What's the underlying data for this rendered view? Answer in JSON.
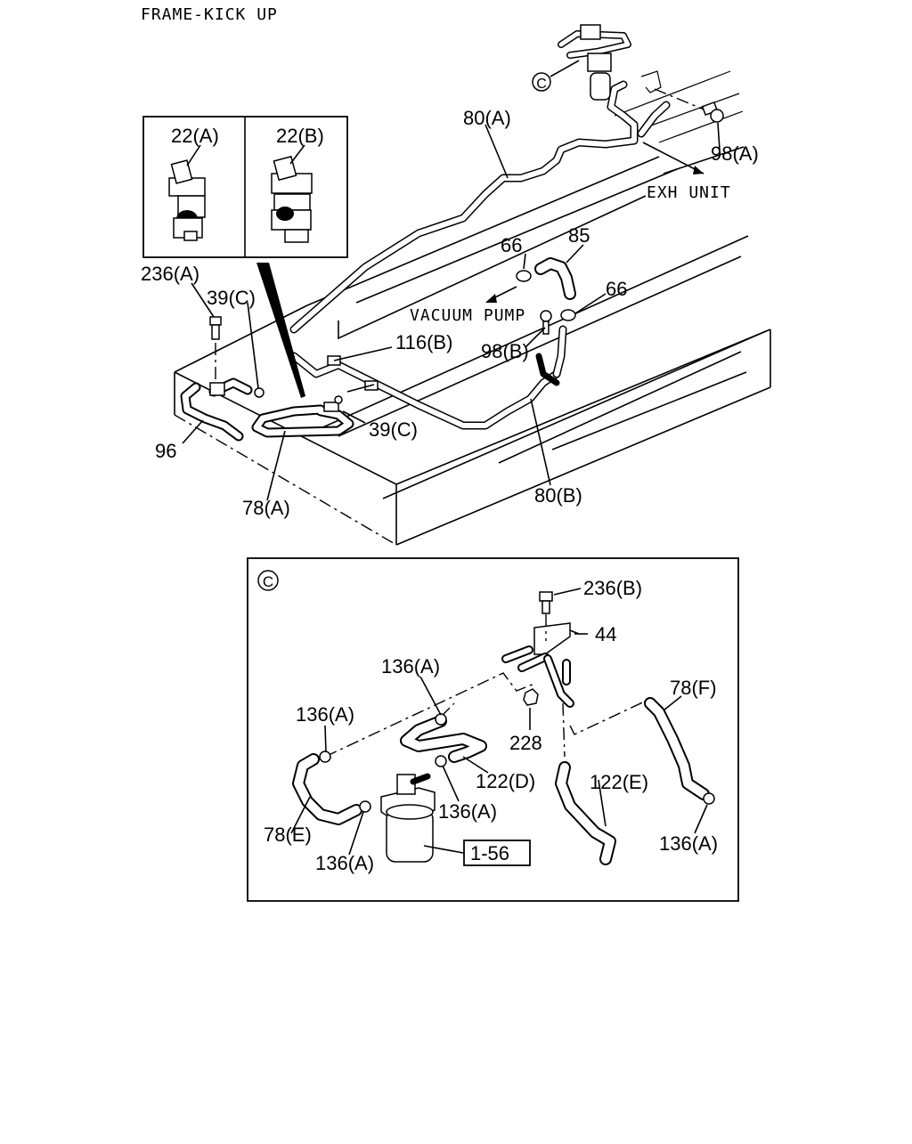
{
  "title": "FRAME-KICK UP",
  "annotations": {
    "exh_unit": "EXH UNIT",
    "vacuum_pump": "VACUUM PUMP",
    "detail_marker": "C"
  },
  "inset": {
    "left_label": "22(A)",
    "right_label": "22(B)"
  },
  "main_labels": {
    "p80a": "80(A)",
    "p98a": "98(A)",
    "p66a": "66",
    "p85": "85",
    "p66b": "66",
    "p236a": "236(A)",
    "p39c_top": "39(C)",
    "p116b": "116(B)",
    "p98b": "98(B)",
    "p39c_bottom": "39(C)",
    "p96": "96",
    "p78a": "78(A)",
    "p80b": "80(B)"
  },
  "detail_labels": {
    "p236b": "236(B)",
    "p44": "44",
    "p136a_1": "136(A)",
    "p136a_2": "136(A)",
    "p78f": "78(F)",
    "p228": "228",
    "p122d": "122(D)",
    "p122e": "122(E)",
    "p136a_3": "136(A)",
    "p78e": "78(E)",
    "p136a_4": "136(A)",
    "p136a_5": "136(A)",
    "p1_56": "1-56"
  }
}
